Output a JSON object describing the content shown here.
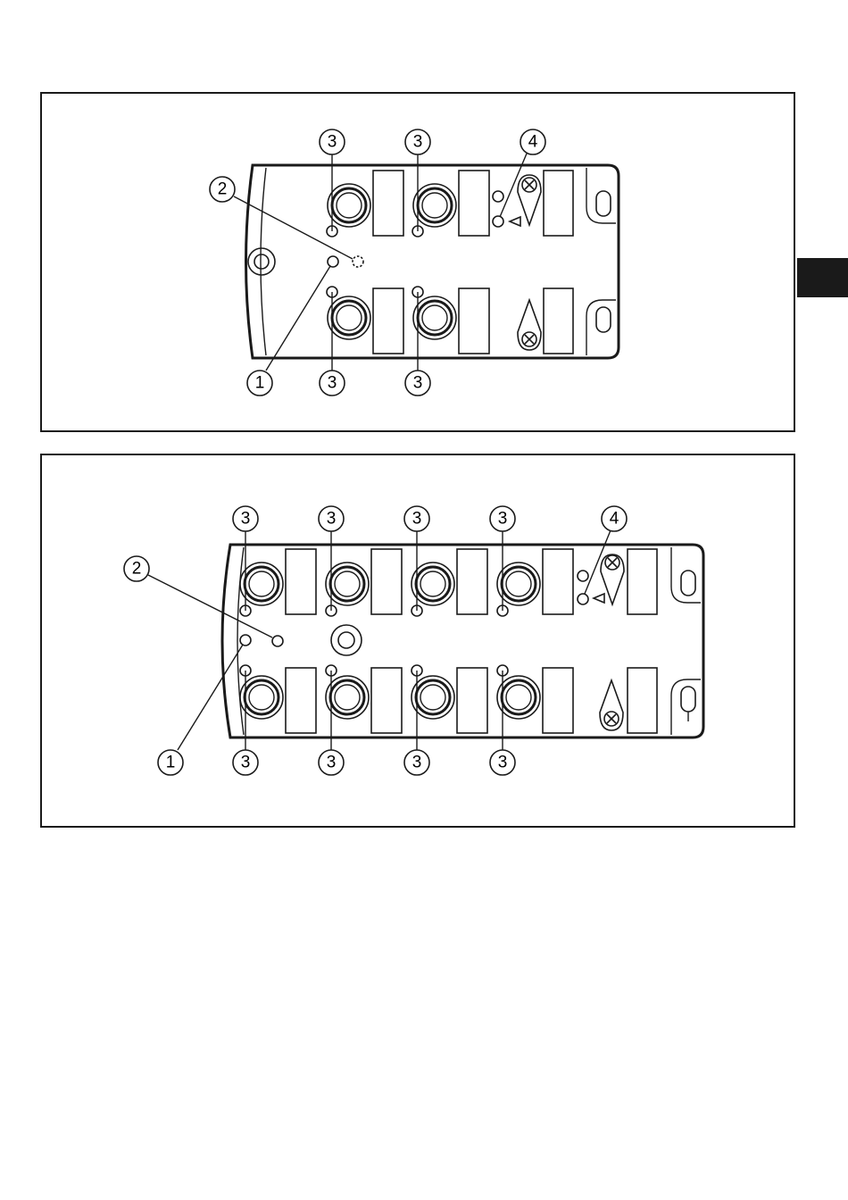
{
  "labels": {
    "status_led": "1",
    "bus_led": "2",
    "port_led": "3",
    "aux_led": "4"
  },
  "colors": {
    "line": "#1a1a1a",
    "background": "#ffffff",
    "tab": "#1a1a1a"
  },
  "diagrams": [
    {
      "name": "module-4-port",
      "ports_per_row": 2
    },
    {
      "name": "module-8-port",
      "ports_per_row": 4
    }
  ]
}
